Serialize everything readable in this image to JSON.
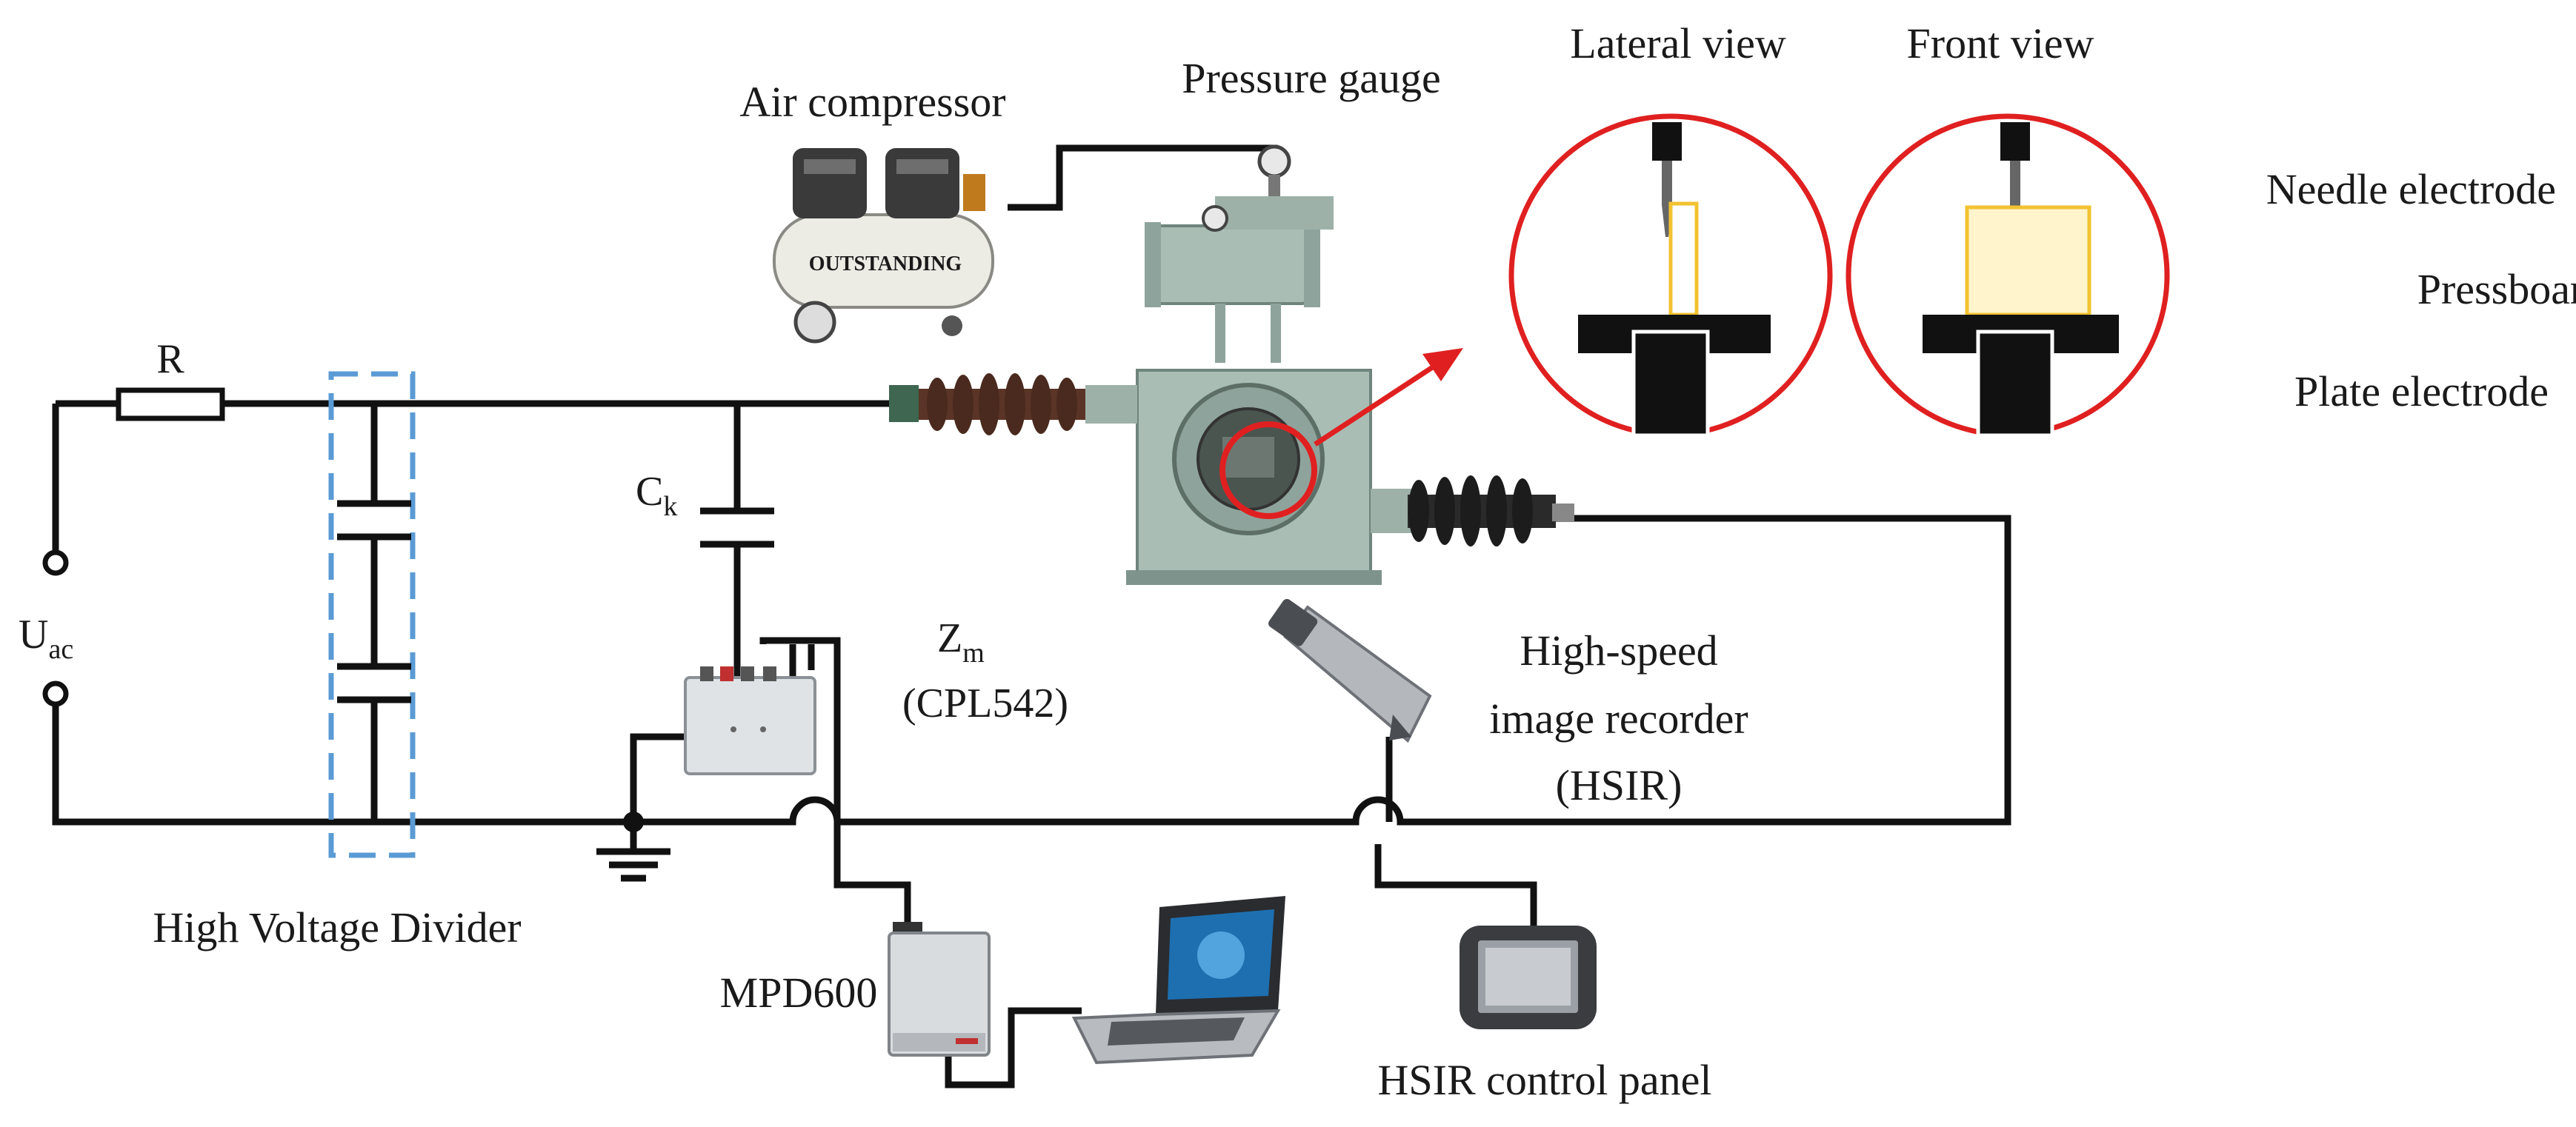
{
  "labels": {
    "resistor": "R",
    "source_main": "U",
    "source_sub": "ac",
    "ck_main": "C",
    "ck_sub": "k",
    "zm_main": "Z",
    "zm_sub": "m",
    "zm_model": "(CPL542)",
    "air_compressor": "Air compressor",
    "pressure_gauge": "Pressure gauge",
    "lateral_view": "Lateral view",
    "front_view": "Front view",
    "needle_electrode": "Needle electrode",
    "pressboard": "Pressboard",
    "plate_electrode": "Plate electrode",
    "hsir_line1": "High-speed",
    "hsir_line2": "image recorder",
    "hsir_line3": "(HSIR)",
    "hv_divider": "High Voltage Divider",
    "mpd600": "MPD600",
    "hsir_panel": "HSIR control panel",
    "compressor_brand": "OUTSTANDING"
  },
  "colors": {
    "wire": "#111111",
    "divider_box": "#5b9bd5",
    "highlight": "#e02020",
    "pressboard": "#f2c230",
    "tank": "#a9bdb5",
    "bushing": "#5a3426"
  }
}
